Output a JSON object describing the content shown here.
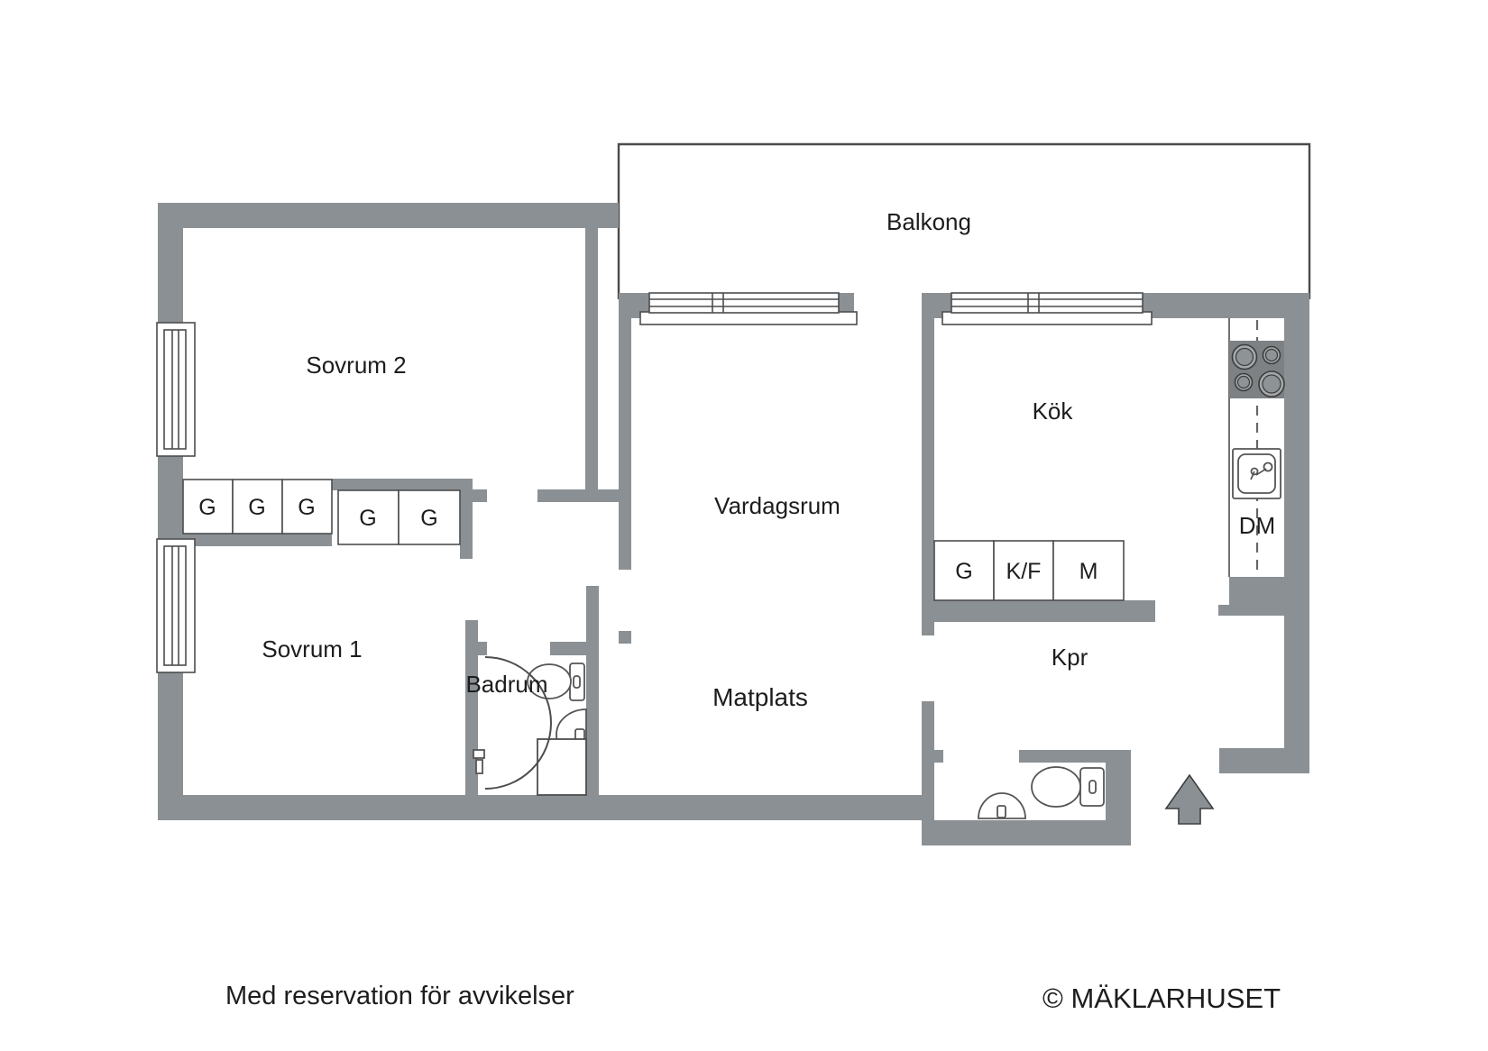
{
  "floorplan": {
    "labels": {
      "balcony": "Balkong",
      "bedroom2": "Sovrum 2",
      "bedroom1": "Sovrum 1",
      "bathroom": "Badrum",
      "livingroom": "Vardagsrum",
      "dining": "Matplats",
      "kitchen": "Kök",
      "hallway": "Kpr",
      "dishwasher": "DM"
    },
    "closets": {
      "wardrobe": "G",
      "fridge_freezer": "K/F",
      "m_unit": "M"
    },
    "colors": {
      "wall": "#8b9094",
      "outline": "#4d4d4d",
      "text": "#1d1d1d",
      "stove": "#7d8184",
      "background": "#ffffff"
    },
    "footer": {
      "disclaimer": "Med reservation för avvikelser",
      "copyright": "© MÄKLARHUSET"
    }
  }
}
